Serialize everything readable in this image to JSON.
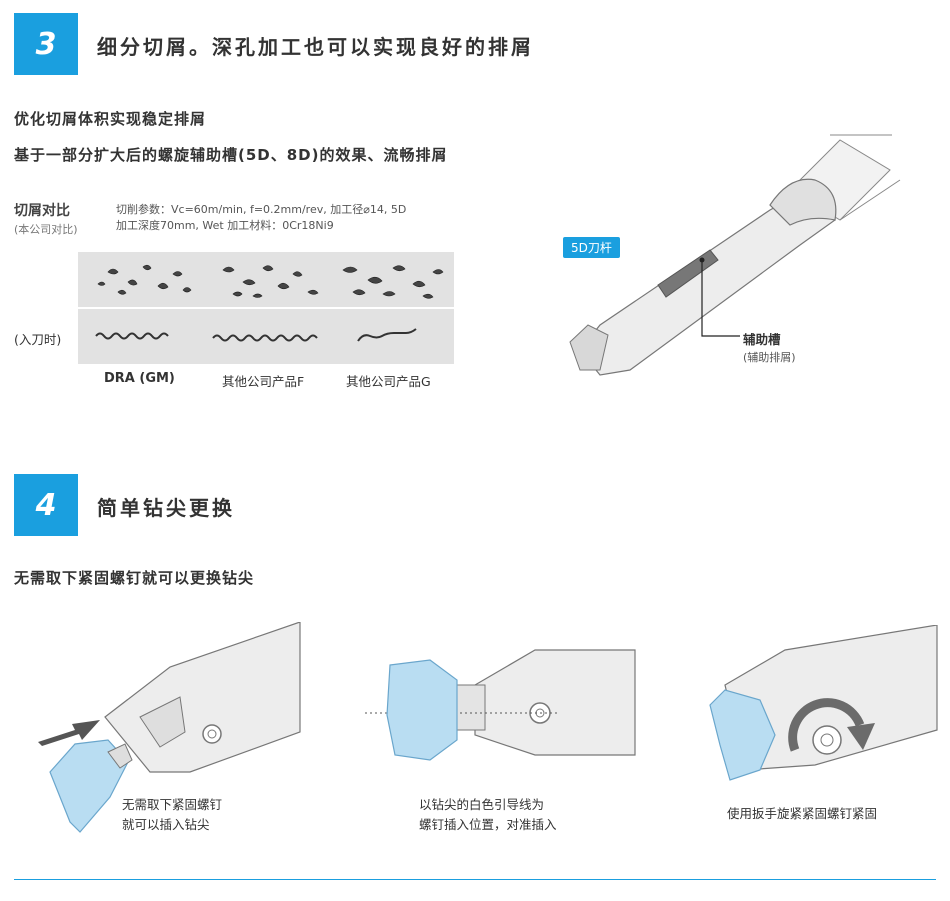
{
  "section3": {
    "number": "3",
    "title": "细分切屑。深孔加工也可以实现良好的排屑",
    "subtitle1": "优化切屑体积实现稳定排屑",
    "subtitle2": "基于一部分扩大后的螺旋辅助槽(5D、8D)的效果、流畅排屑",
    "chip_compare_label": "切屑对比",
    "chip_compare_sub": "(本公司对比)",
    "cutting_params_line1": "切削参数：Vc=60m/min, f=0.2mm/rev, 加工径⌀14, 5D",
    "cutting_params_line2": "加工深度70mm, Wet  加工材料：0Cr18Ni9",
    "entry_label": "(入刀时)",
    "products": [
      "DRA (GM)",
      "其他公司产品F",
      "其他公司产品G"
    ],
    "shank_badge": "5D刀杆",
    "groove_label": "辅助槽",
    "groove_sub": "(辅助排屑)"
  },
  "section4": {
    "number": "4",
    "title": "简单钻尖更换",
    "subtitle": "无需取下紧固螺钉就可以更换钻尖",
    "captions": [
      {
        "line1": "无需取下紧固螺钉",
        "line2": "就可以插入钻尖"
      },
      {
        "line1": "以钻尖的白色引导线为",
        "line2": "螺钉插入位置，对准插入"
      },
      {
        "line1": "使用扳手旋紧紧固螺钉紧固",
        "line2": ""
      }
    ]
  },
  "colors": {
    "accent": "#1a9fdf",
    "tip": "#b9ddf2",
    "body": "#ededed",
    "outline": "#777777"
  }
}
